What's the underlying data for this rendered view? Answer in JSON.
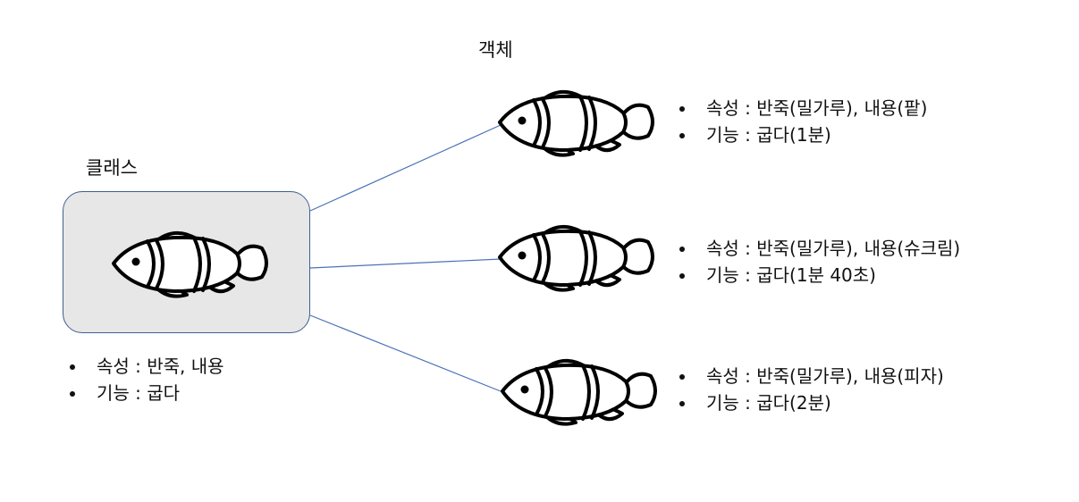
{
  "object_title": "객체",
  "class_title": "클래스",
  "class": {
    "bullets": [
      "속성 : 반죽, 내용",
      "기능 : 굽다"
    ]
  },
  "objects": [
    {
      "bullets": [
        "속성 : 반죽(밀가루), 내용(팥)",
        "기능 : 굽다(1분)"
      ]
    },
    {
      "bullets": [
        "속성 : 반죽(밀가루), 내용(슈크림)",
        "기능 : 굽다(1분 40초)"
      ]
    },
    {
      "bullets": [
        "속성 : 반죽(밀가루), 내용(피자)",
        "기능 : 굽다(2분)"
      ]
    }
  ],
  "colors": {
    "connector": "#4a72b8",
    "class_box_fill": "#e7e7e7",
    "class_box_border": "#3f5f8f"
  },
  "icons": [
    "fish-icon"
  ]
}
